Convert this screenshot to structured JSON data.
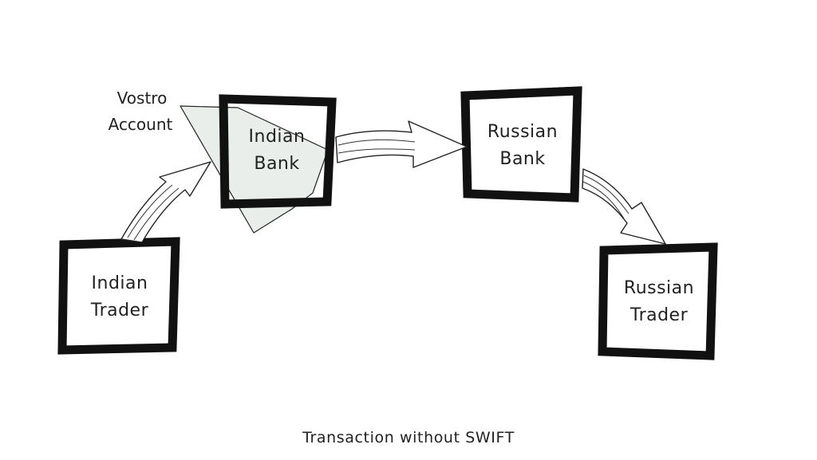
{
  "nodes": {
    "indian_trader": {
      "line1": "Indian",
      "line2": "Trader"
    },
    "indian_bank": {
      "line1": "Indian",
      "line2": "Bank"
    },
    "russian_bank": {
      "line1": "Russian",
      "line2": "Bank"
    },
    "russian_trader": {
      "line1": "Russian",
      "line2": "Trader"
    }
  },
  "annotation": {
    "line1": "Vostro",
    "line2": "Account"
  },
  "caption": "Transaction without SWIFT",
  "colors": {
    "box_border": "#111111",
    "vostro_fill": "#e9eeeb",
    "text": "#222222"
  }
}
